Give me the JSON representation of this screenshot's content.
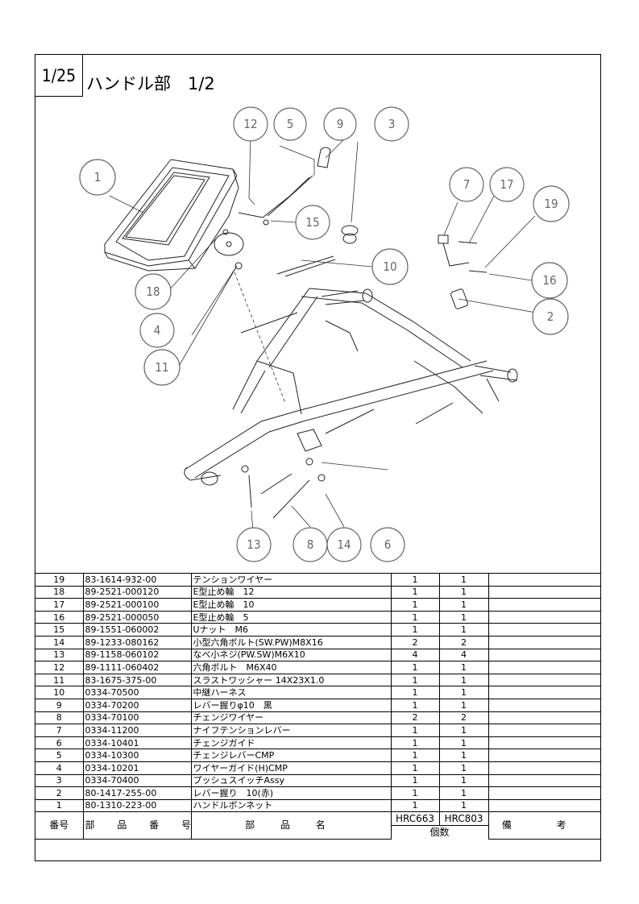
{
  "page_label": "1/25",
  "title": "ハンドル部　1/2",
  "callouts": [
    "1",
    "2",
    "3",
    "4",
    "5",
    "6",
    "7",
    "8",
    "9",
    "10",
    "11",
    "12",
    "13",
    "14",
    "15",
    "16",
    "17",
    "18",
    "19"
  ],
  "table": {
    "headers": {
      "number": "番号",
      "part_number": "部 品 番 号",
      "part_name": "部 品 名",
      "model_a": "HRC663",
      "model_b": "HRC803",
      "quantity": "個数",
      "remarks": "備 考"
    },
    "rows": [
      {
        "no": "19",
        "code": "83-1614-932-00",
        "name": "テンションワイヤー",
        "a": "1",
        "b": "1",
        "note": ""
      },
      {
        "no": "18",
        "code": "89-2521-000120",
        "name": "E型止め輪　12",
        "a": "1",
        "b": "1",
        "note": ""
      },
      {
        "no": "17",
        "code": "89-2521-000100",
        "name": "E型止め輪　10",
        "a": "1",
        "b": "1",
        "note": ""
      },
      {
        "no": "16",
        "code": "89-2521-000050",
        "name": "E型止め輪　5",
        "a": "1",
        "b": "1",
        "note": ""
      },
      {
        "no": "15",
        "code": "89-1551-060002",
        "name": "Uナット　M6",
        "a": "1",
        "b": "1",
        "note": ""
      },
      {
        "no": "14",
        "code": "89-1233-080162",
        "name": "小型六角ボルト(SW.PW)M8X16",
        "a": "2",
        "b": "2",
        "note": ""
      },
      {
        "no": "13",
        "code": "89-1158-060102",
        "name": "なべ小ネジ(PW.SW)M6X10",
        "a": "4",
        "b": "4",
        "note": ""
      },
      {
        "no": "12",
        "code": "89-1111-060402",
        "name": "六角ボルト　M6X40",
        "a": "1",
        "b": "1",
        "note": ""
      },
      {
        "no": "11",
        "code": "83-1675-375-00",
        "name": "スラストワッシャー 14X23X1.0",
        "a": "1",
        "b": "1",
        "note": ""
      },
      {
        "no": "10",
        "code": "0334-70500",
        "name": "中継ハーネス",
        "a": "1",
        "b": "1",
        "note": ""
      },
      {
        "no": "9",
        "code": "0334-70200",
        "name": "レバー握りφ10　黒",
        "a": "1",
        "b": "1",
        "note": ""
      },
      {
        "no": "8",
        "code": "0334-70100",
        "name": "チェンジワイヤー",
        "a": "2",
        "b": "2",
        "note": ""
      },
      {
        "no": "7",
        "code": "0334-11200",
        "name": "ナイフテンションレバー",
        "a": "1",
        "b": "1",
        "note": ""
      },
      {
        "no": "6",
        "code": "0334-10401",
        "name": "チェンジガイド",
        "a": "1",
        "b": "1",
        "note": ""
      },
      {
        "no": "5",
        "code": "0334-10300",
        "name": "チェンジレバーCMP",
        "a": "1",
        "b": "1",
        "note": ""
      },
      {
        "no": "4",
        "code": "0334-10201",
        "name": "ワイヤーガイド(H)CMP",
        "a": "1",
        "b": "1",
        "note": ""
      },
      {
        "no": "3",
        "code": "0334-70400",
        "name": "プッシュスイッチAssy",
        "a": "1",
        "b": "1",
        "note": ""
      },
      {
        "no": "2",
        "code": "80-1417-255-00",
        "name": "レバー握り　10(赤)",
        "a": "1",
        "b": "1",
        "note": ""
      },
      {
        "no": "1",
        "code": "80-1310-223-00",
        "name": "ハンドルボンネット",
        "a": "1",
        "b": "1",
        "note": ""
      }
    ]
  }
}
